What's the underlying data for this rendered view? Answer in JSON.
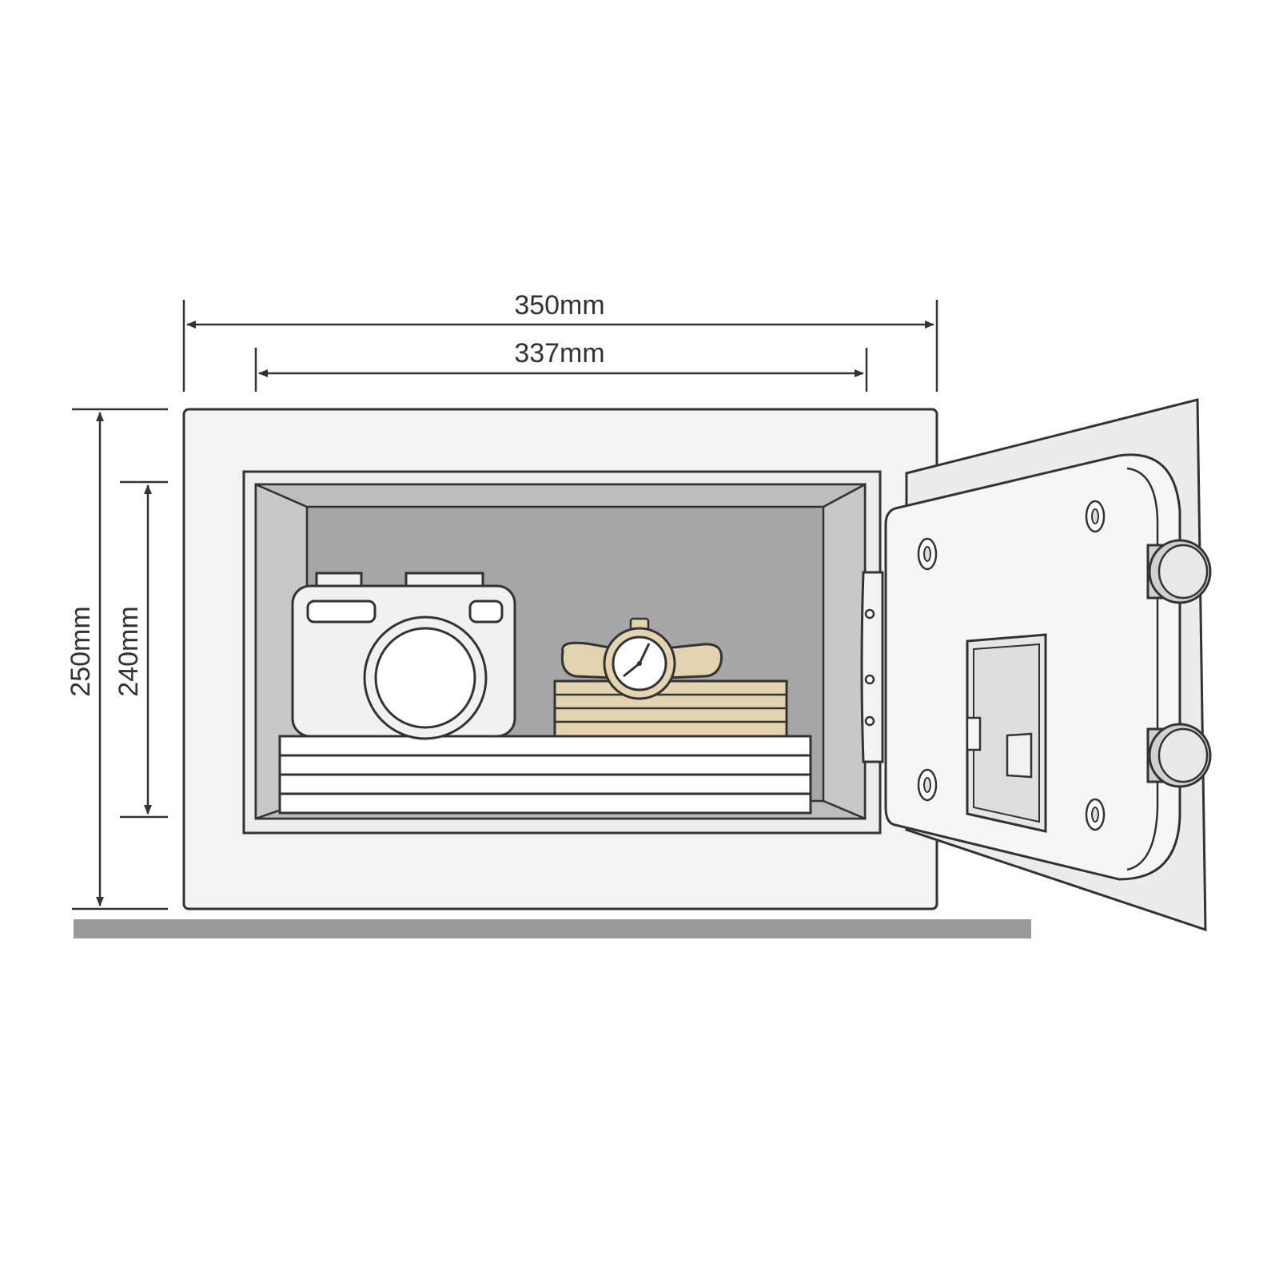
{
  "dimensions": {
    "outer_width": "350mm",
    "inner_width": "337mm",
    "outer_height": "250mm",
    "inner_height": "240mm"
  },
  "colors": {
    "line": "#333333",
    "safe_body": "#f3f3f3",
    "interior": "#a6a6a6",
    "interior_side": "#c8c8c8",
    "ground": "#9a9a9a",
    "gold_item": "#e3d3b0",
    "door": "#f5f5f5"
  },
  "icons": [
    "camera-icon",
    "wristwatch-icon",
    "keypad-icon"
  ]
}
